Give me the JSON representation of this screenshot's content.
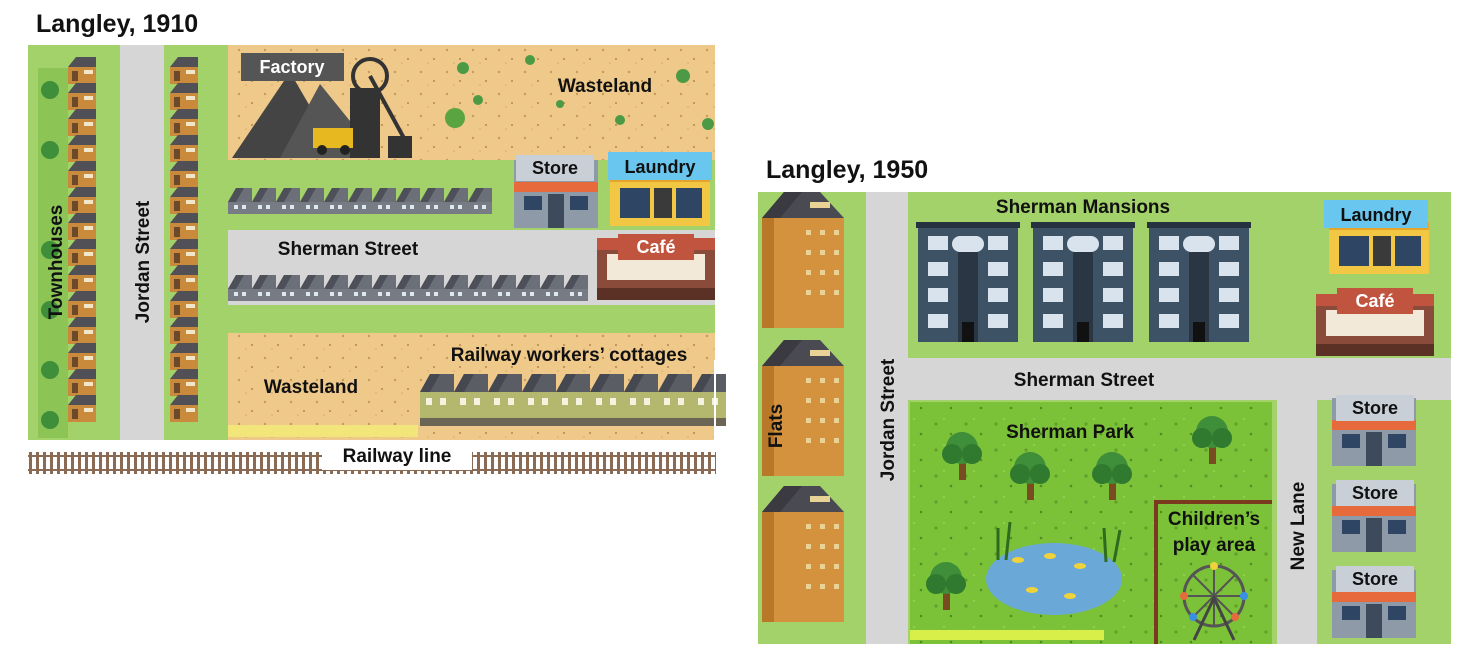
{
  "map_1910": {
    "title": "Langley, 1910",
    "labels": {
      "townhouses": "Townhouses",
      "jordan_street": "Jordan Street",
      "factory": "Factory",
      "wasteland_top": "Wasteland",
      "store": "Store",
      "laundry": "Laundry",
      "sherman_street": "Sherman Street",
      "cafe": "Café",
      "railway_cottages": "Railway workers’ cottages",
      "wasteland_bottom": "Wasteland",
      "railway_line": "Railway line"
    }
  },
  "map_1950": {
    "title": "Langley, 1950",
    "labels": {
      "flats": "Flats",
      "jordan_street": "Jordan Street",
      "sherman_mansions": "Sherman Mansions",
      "laundry": "Laundry",
      "cafe": "Café",
      "sherman_street": "Sherman Street",
      "sherman_park": "Sherman Park",
      "childrens_line1": "Children’s",
      "childrens_line2": "play area",
      "new_lane": "New Lane",
      "store_1": "Store",
      "store_2": "Store",
      "store_3": "Store"
    }
  },
  "colors": {
    "grass": "#a3d16a",
    "sand": "#eec98a",
    "road": "#d6d6d6",
    "park": "#7cc238",
    "brick": "#d4923f",
    "mansion": "#3e5266"
  }
}
